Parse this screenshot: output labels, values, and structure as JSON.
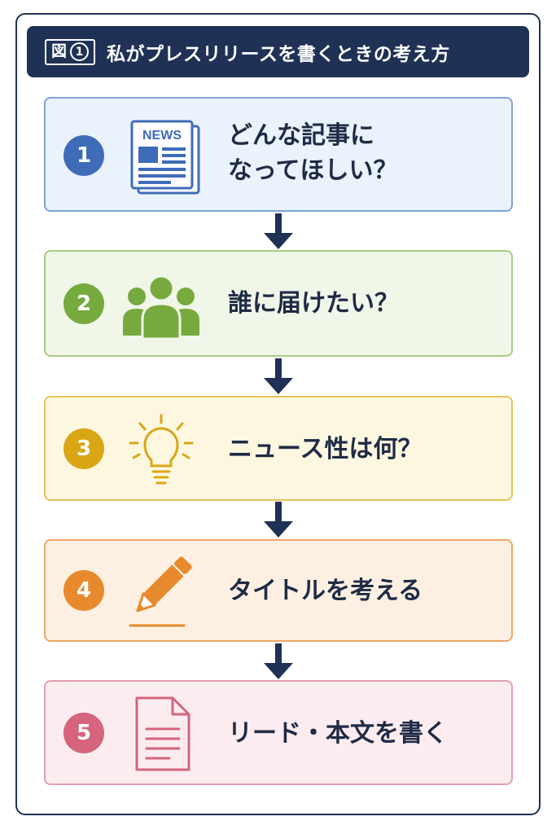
{
  "header": {
    "fig_label": "図",
    "fig_number": "1",
    "title": "私がプレスリリースを書くときの考え方"
  },
  "steps": [
    {
      "number": "1",
      "line1": "どんな記事に",
      "line2": "なってほしい？",
      "icon": "newspaper-icon",
      "color": "#3e6cb8"
    },
    {
      "number": "2",
      "line1": "誰に届けたい？",
      "icon": "people-icon",
      "color": "#77aa3e"
    },
    {
      "number": "3",
      "line1": "ニュース性は何？",
      "icon": "lightbulb-icon",
      "color": "#d9a615"
    },
    {
      "number": "4",
      "line1": "タイトルを考える",
      "icon": "pencil-icon",
      "color": "#e78a2d"
    },
    {
      "number": "5",
      "line1": "リード・本文を書く",
      "icon": "document-icon",
      "color": "#d5647c"
    }
  ],
  "icon_text": {
    "news": "NEWS"
  }
}
